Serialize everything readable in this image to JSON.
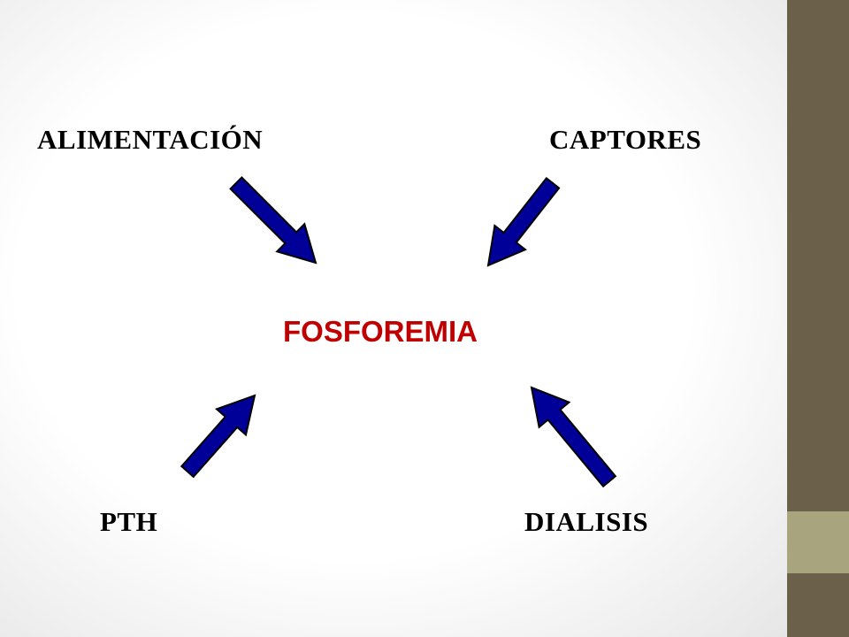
{
  "diagram": {
    "center": {
      "label": "FOSFOREMIA",
      "color": "#c00000"
    },
    "nodes": {
      "top_left": "ALIMENTACIÓN",
      "top_right": "CAPTORES",
      "bottom_left": "PTH",
      "bottom_right": "DIALISIS"
    },
    "arrow_color": "#000099",
    "arrow_direction": "toward-center"
  },
  "theme": {
    "sidebar_color": "#6b614b",
    "sidebar_accent_color": "#a8a47e"
  }
}
